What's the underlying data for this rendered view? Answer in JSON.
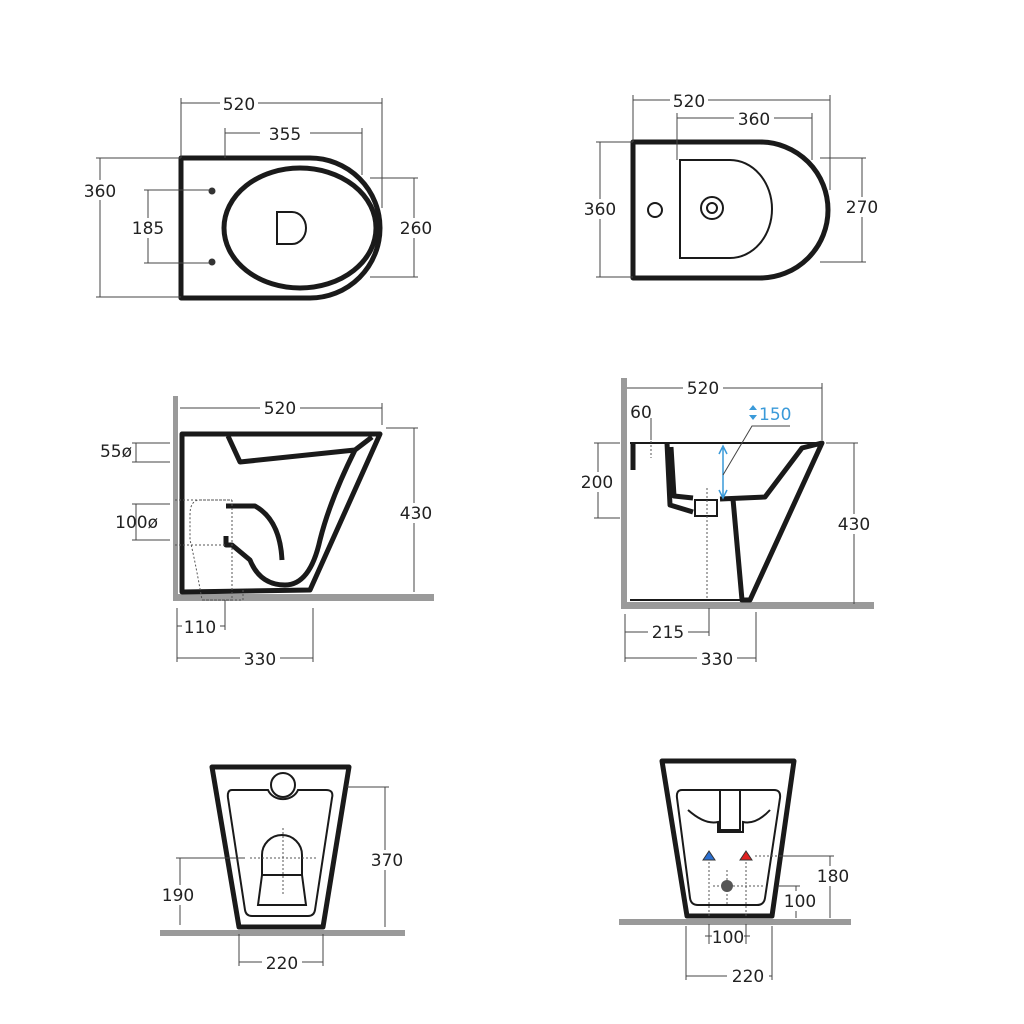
{
  "toilet": {
    "top_view": {
      "length": "520",
      "bowl_length": "355",
      "width": "360",
      "fixing_spacing": "185",
      "bowl_width": "260"
    },
    "side_view": {
      "length": "520",
      "water_inlet": "55ø",
      "outlet": "100ø",
      "height": "430",
      "floor_outlet_offset": "110",
      "foot_depth": "330"
    },
    "front_view": {
      "height": "370",
      "outlet_height": "190",
      "base_width": "220"
    }
  },
  "bidet": {
    "top_view": {
      "length": "520",
      "basin_length": "360",
      "width": "360",
      "basin_width": "270"
    },
    "side_view": {
      "length": "520",
      "tap_offset": "60",
      "water_depth": "150",
      "drain_height": "200",
      "height": "430",
      "drain_offset": "215",
      "foot_depth": "330"
    },
    "front_view": {
      "supply_height": "180",
      "drain_height": "100",
      "supply_spacing": "100",
      "base_width": "220"
    }
  },
  "colors": {
    "outline": "#1a1a1a",
    "floor": "#9a9a9a",
    "highlight": "#3a9ad9",
    "cold": "#2a6fd0",
    "hot": "#e02020",
    "drain": "#555555"
  }
}
